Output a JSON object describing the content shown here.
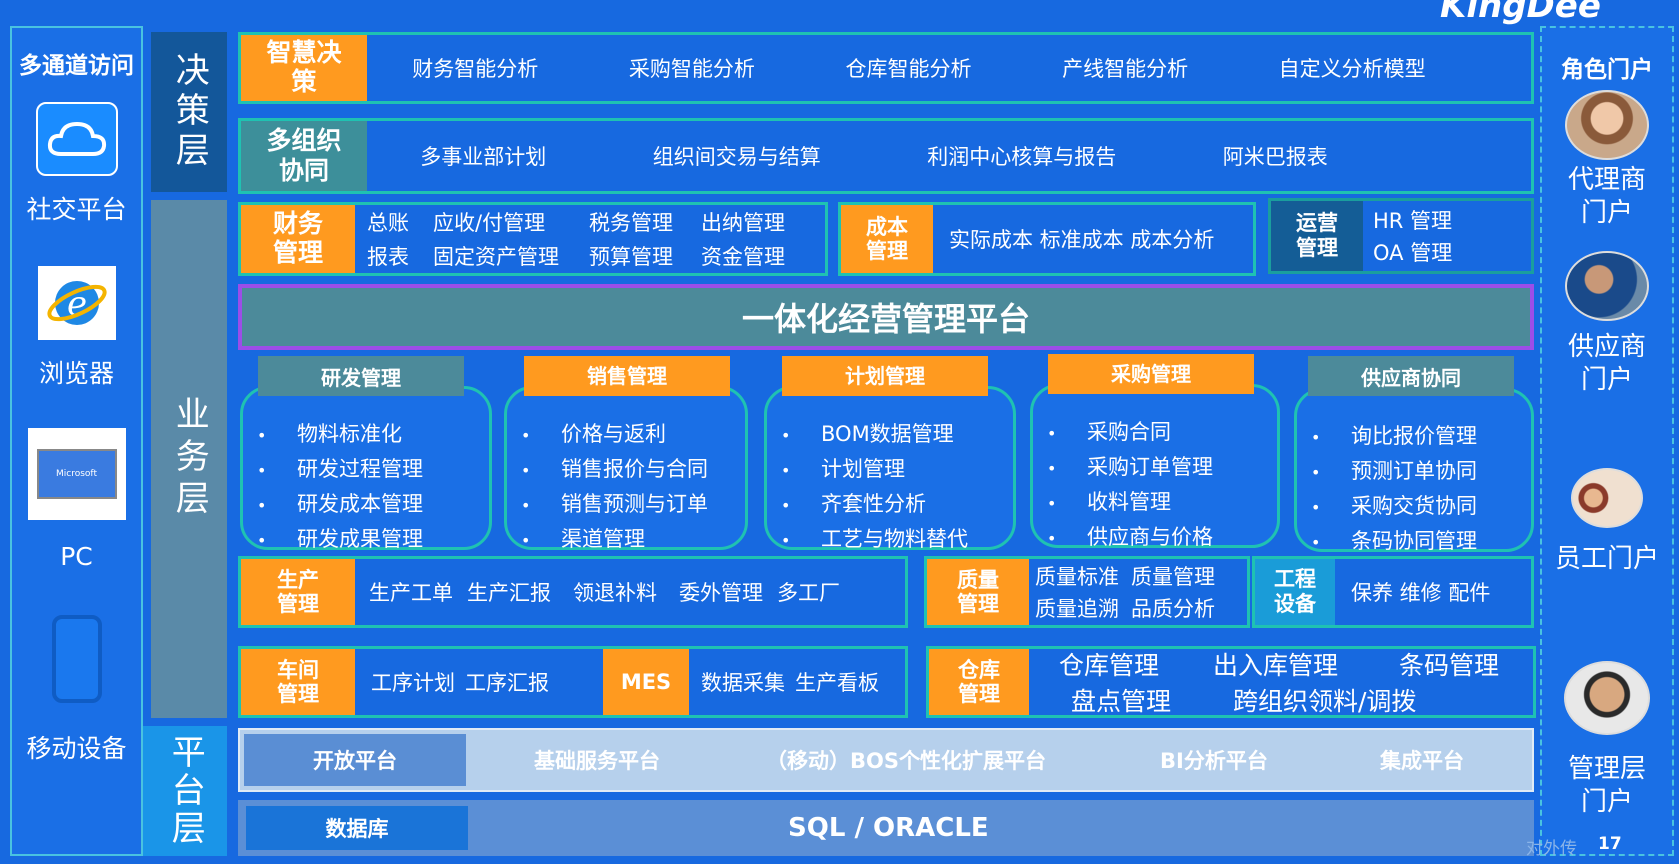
{
  "brand": "KingDee",
  "page_number": "17",
  "footer_fragment": "对外传",
  "left": {
    "title": "多通道访问",
    "items": [
      {
        "icon": "cloud-icon",
        "label": "社交平台"
      },
      {
        "icon": "browser-icon",
        "label": "浏览器"
      },
      {
        "icon": "laptop-icon",
        "label": "PC",
        "logo_text": "Microsoft"
      },
      {
        "icon": "phone-icon",
        "label": "移动设备"
      }
    ]
  },
  "right": {
    "title": "角色门户",
    "items": [
      {
        "icon": "agent-avatar-icon",
        "label": "代理商门户"
      },
      {
        "icon": "supplier-avatar-icon",
        "label": "供应商门户"
      },
      {
        "icon": "staff-avatar-icon",
        "label": "员工门户"
      },
      {
        "icon": "manager-avatar-icon",
        "label": "管理层门户"
      }
    ]
  },
  "layers": {
    "decision": "决策层",
    "business": "业务层",
    "platform": "平台层"
  },
  "zhihui": {
    "title": "智慧决策",
    "items": [
      "财务智能分析",
      "采购智能分析",
      "仓库智能分析",
      "产线智能分析",
      "自定义分析模型"
    ]
  },
  "duozuzhi": {
    "title": "多组织协同",
    "items": [
      "多事业部计划",
      "组织间交易与结算",
      "利润中心核算与报告",
      "阿米巴报表"
    ]
  },
  "caiwu": {
    "title": "财务管理",
    "row1": [
      "总账",
      "应收/付管理",
      "税务管理",
      "出纳管理"
    ],
    "row2": [
      "报表",
      "固定资产管理",
      "预算管理",
      "资金管理"
    ]
  },
  "chengben": {
    "title": "成本管理",
    "items": "实际成本 标准成本 成本分析"
  },
  "yunying": {
    "title": "运营管理",
    "items": [
      "HR 管理",
      "OA 管理"
    ]
  },
  "platform_title": "一体化经营管理平台",
  "modules": [
    {
      "title": "研发管理",
      "items": [
        "物料标准化",
        "研发过程管理",
        "研发成本管理",
        "研发成果管理"
      ]
    },
    {
      "title": "销售管理",
      "items": [
        "价格与返利",
        "销售报价与合同",
        "销售预测与订单",
        "渠道管理"
      ]
    },
    {
      "title": "计划管理",
      "items": [
        "BOM数据管理",
        "计划管理",
        "齐套性分析",
        "工艺与物料替代"
      ]
    },
    {
      "title": "采购管理",
      "items": [
        "采购合同",
        "采购订单管理",
        "收料管理",
        "供应商与价格"
      ]
    },
    {
      "title": "供应商协同",
      "items": [
        "询比报价管理",
        "预测订单协同",
        "采购交货协同",
        "条码协同管理"
      ]
    }
  ],
  "shengchan": {
    "title": "生产管理",
    "items": [
      "生产工单",
      "生产汇报",
      "领退补料",
      "委外管理",
      "多工厂"
    ]
  },
  "zhiliang": {
    "title": "质量管理",
    "row1": [
      "质量标准",
      "质量管理"
    ],
    "row2": [
      "质量追溯",
      "品质分析"
    ]
  },
  "gongcheng": {
    "title": "工程设备",
    "items": "保养 维修 配件"
  },
  "chejian": {
    "title": "车间管理",
    "items": [
      "工序计划",
      "工序汇报"
    ]
  },
  "mes": {
    "title": "MES",
    "items": [
      "数据采集",
      "生产看板"
    ]
  },
  "cangku": {
    "title": "仓库管理",
    "row1": [
      "仓库管理",
      "出入库管理",
      "条码管理"
    ],
    "row2": [
      "盘点管理",
      "跨组织领料/调拨"
    ]
  },
  "platform_row": [
    "开放平台",
    "基础服务平台",
    "（移动）BOS个性化扩展平台",
    "BI分析平台",
    "集成平台"
  ],
  "db": {
    "label": "数据库",
    "value": "SQL / ORACLE"
  }
}
